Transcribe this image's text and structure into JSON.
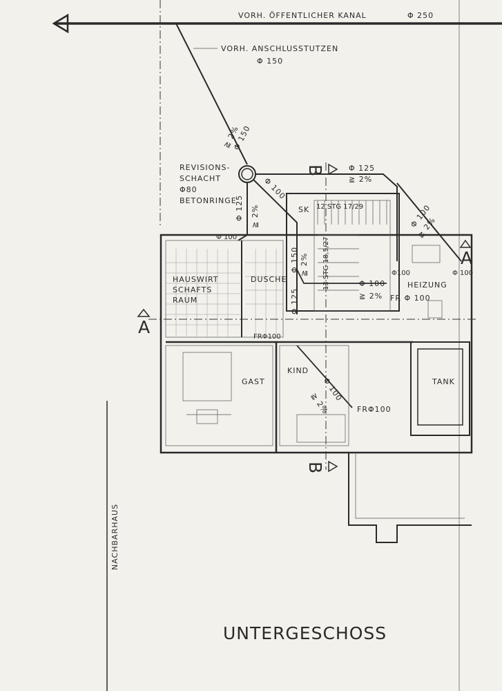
{
  "title": "UNTERGESCHOSS",
  "sewer": {
    "main": "VORH. ÖFFENTLICHER KANAL",
    "main_dia": "Φ 250",
    "stub": "VORH. ANSCHLUSSTUTZEN",
    "stub_dia": "Φ 150",
    "pipe_dia": "Φ 150",
    "slope": "≧ 2%"
  },
  "manhole": {
    "line1": "REVISIONS-",
    "line2": "SCHACHT",
    "line3": "Φ80",
    "line4": "BETONRINGE"
  },
  "pipes": {
    "p125_left": "Φ 125",
    "p125_left_slope": "≧ 2%",
    "p100_diag": "Φ 100",
    "p125_top": "Φ 125",
    "p125_top_slope": "≧ 2%",
    "p100_right": "Φ 100",
    "p100_right_slope": "≧ 2%",
    "p100_wash": "Φ 100",
    "p150_mid": "Φ 150",
    "p150_mid_slope": "≧ 2%",
    "p125_mid": "Φ 125",
    "p100_stair": "Φ 100",
    "p100_stair_slope": "≧ 2%",
    "p100_heiz1": "Φ100",
    "p100_heiz2": "Φ 100",
    "fr_heiz": "FR Φ 100",
    "fr_gast": "FRΦ100",
    "p100_kind": "Φ 100",
    "p100_kind_slope": "≧ 2%",
    "fr_kind": "FRΦ100"
  },
  "rooms": {
    "hauswirt1": "HAUSWIRT",
    "hauswirt2": "SCHAFTS",
    "hauswirt3": "RAUM",
    "dusche": "DUSCHE",
    "gast": "GAST",
    "kind": "KIND",
    "heizung": "HEIZUNG",
    "tank": "TANK",
    "sk": "SK",
    "neighbor": "NACHBARHAUS"
  },
  "stairs": {
    "upper": "12 STG 17/29",
    "lower": "13 STG 18,5/27"
  },
  "sections": {
    "a": "A",
    "b": "B"
  }
}
